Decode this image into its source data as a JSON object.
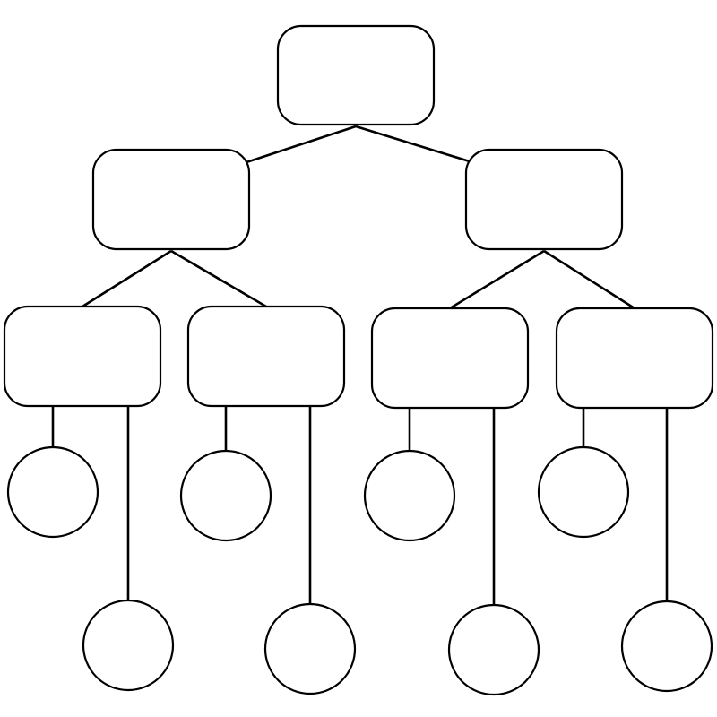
{
  "diagram": {
    "type": "tree",
    "colors": {
      "stroke": "#000000",
      "fill": "#ffffff",
      "background": "#ffffff"
    },
    "nodes": [
      {
        "id": "root",
        "shape": "rounded-rect",
        "children": [
          "l1a",
          "l1b"
        ]
      },
      {
        "id": "l1a",
        "shape": "rounded-rect",
        "children": [
          "l2a",
          "l2b"
        ]
      },
      {
        "id": "l1b",
        "shape": "rounded-rect",
        "children": [
          "l2c",
          "l2d"
        ]
      },
      {
        "id": "l2a",
        "shape": "rounded-rect",
        "children": [
          "c1",
          "c2"
        ]
      },
      {
        "id": "l2b",
        "shape": "rounded-rect",
        "children": [
          "c3",
          "c4"
        ]
      },
      {
        "id": "l2c",
        "shape": "rounded-rect",
        "children": [
          "c5",
          "c6"
        ]
      },
      {
        "id": "l2d",
        "shape": "rounded-rect",
        "children": [
          "c7",
          "c8"
        ]
      },
      {
        "id": "c1",
        "shape": "circle"
      },
      {
        "id": "c2",
        "shape": "circle"
      },
      {
        "id": "c3",
        "shape": "circle"
      },
      {
        "id": "c4",
        "shape": "circle"
      },
      {
        "id": "c5",
        "shape": "circle"
      },
      {
        "id": "c6",
        "shape": "circle"
      },
      {
        "id": "c7",
        "shape": "circle"
      },
      {
        "id": "c8",
        "shape": "circle"
      }
    ]
  }
}
